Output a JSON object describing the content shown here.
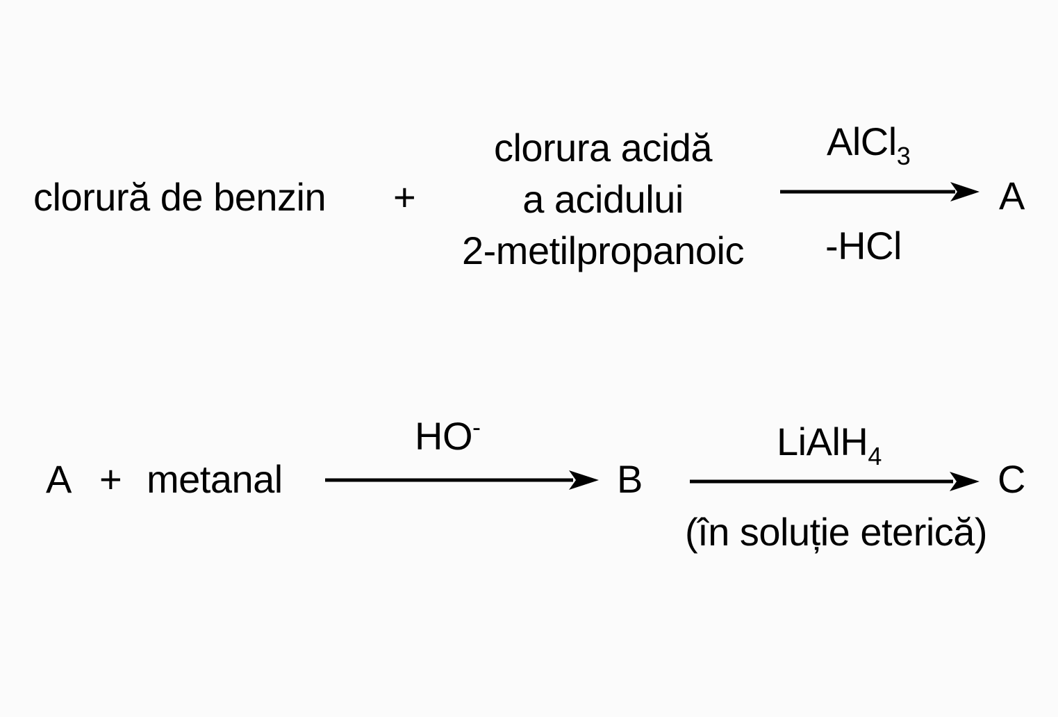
{
  "reaction1": {
    "reactant1": "clorură de benzin",
    "plus": "+",
    "reactant2_line1": "clorura acidă",
    "reactant2_line2": "a acidului",
    "reactant2_line3": "2-metilpropanoic",
    "catalyst_main": "AlCl",
    "catalyst_sub": "3",
    "byproduct": "-HCl",
    "product": "A"
  },
  "reaction2": {
    "reactant1": "A",
    "plus": "+",
    "reactant2": "metanal",
    "reagent1_main": "HO",
    "reagent1_sup": "-",
    "intermediate": "B",
    "reagent2_main": "LiAlH",
    "reagent2_sub": "4",
    "condition": "(în soluție eterică)",
    "product": "C"
  }
}
